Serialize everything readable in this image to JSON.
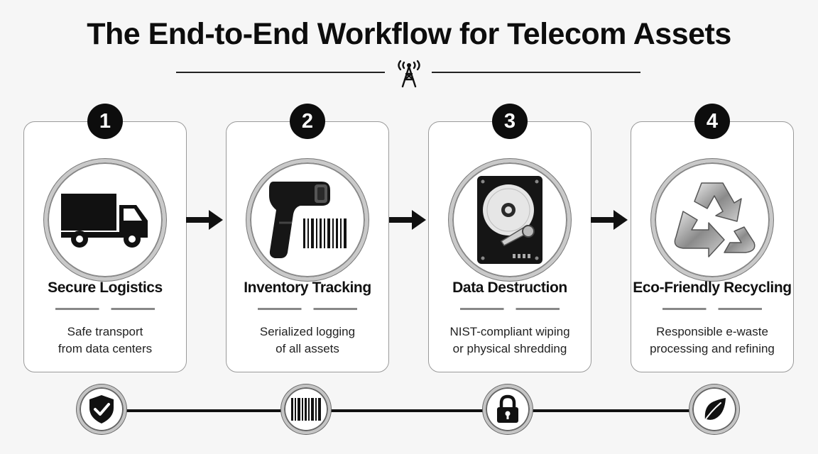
{
  "title": "The End-to-End Workflow for Telecom Assets",
  "steps": [
    {
      "number": "1",
      "title": "Secure Logistics",
      "desc_line1": "Safe transport",
      "desc_line2": "from data centers",
      "icon": "truck-icon"
    },
    {
      "number": "2",
      "title": "Inventory Tracking",
      "desc_line1": "Serialized logging",
      "desc_line2": "of all assets",
      "icon": "barcode-scanner-icon"
    },
    {
      "number": "3",
      "title": "Data Destruction",
      "desc_line1": "NIST-compliant wiping",
      "desc_line2": "or physical shredding",
      "icon": "hard-drive-icon"
    },
    {
      "number": "4",
      "title": "Eco-Friendly Recycling",
      "desc_line1": "Responsible e-waste",
      "desc_line2": "processing and refining",
      "icon": "recycle-icon"
    }
  ],
  "timeline_icons": [
    "shield-check-icon",
    "barcode-icon",
    "padlock-icon",
    "leaf-icon"
  ],
  "header_icon": "cell-tower-icon",
  "colors": {
    "primary": "#0d0d0d",
    "background": "#f6f6f6",
    "card": "#ffffff"
  }
}
